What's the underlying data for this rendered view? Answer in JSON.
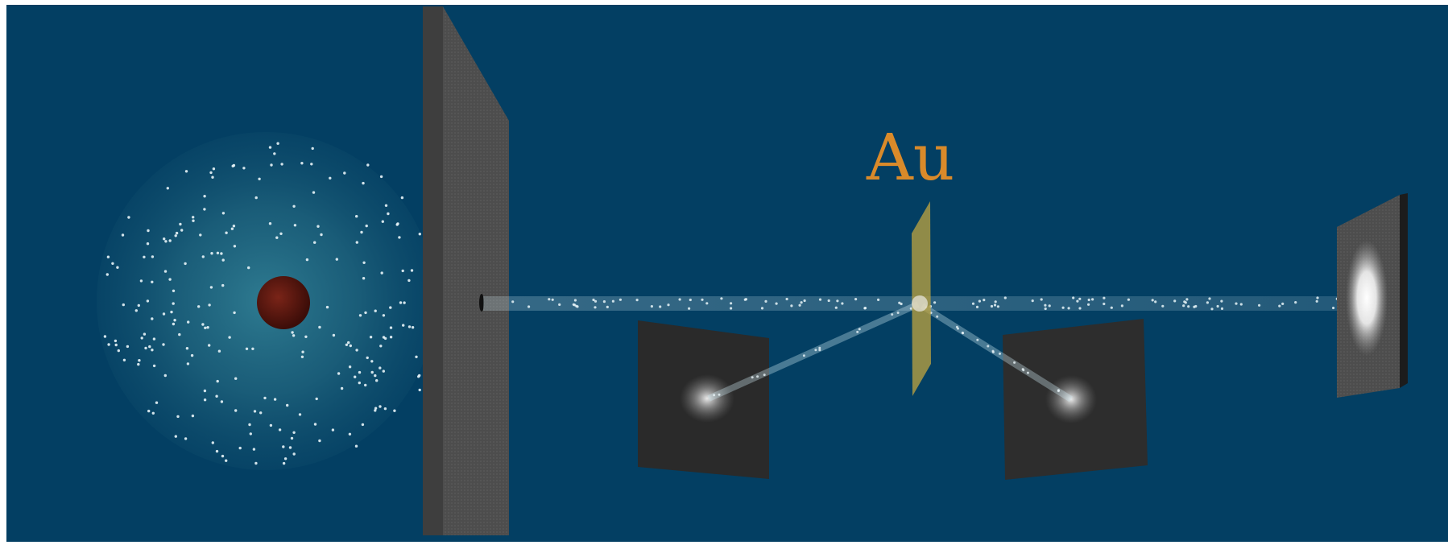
{
  "diagram": {
    "target_label": "Au",
    "colors": {
      "background": "#033f63",
      "outer_frame": "#ffffff",
      "source_glow": "#2e7d8f",
      "source_core": "#5a1410",
      "particle": "#e8f4f8",
      "shield_front": "#4a4a4a",
      "shield_side": "#5c5c5c",
      "beam": "#cfe8f0",
      "gold_foil": "#b8a040",
      "label": "#d98a2a",
      "detector_dark": "#2a2a2a",
      "detector_glow": "#ffffff"
    },
    "elements": [
      "radioactive-source",
      "lead-shield",
      "gold-foil",
      "left-detector-screen",
      "right-detector-screen",
      "far-detector-screen"
    ]
  }
}
